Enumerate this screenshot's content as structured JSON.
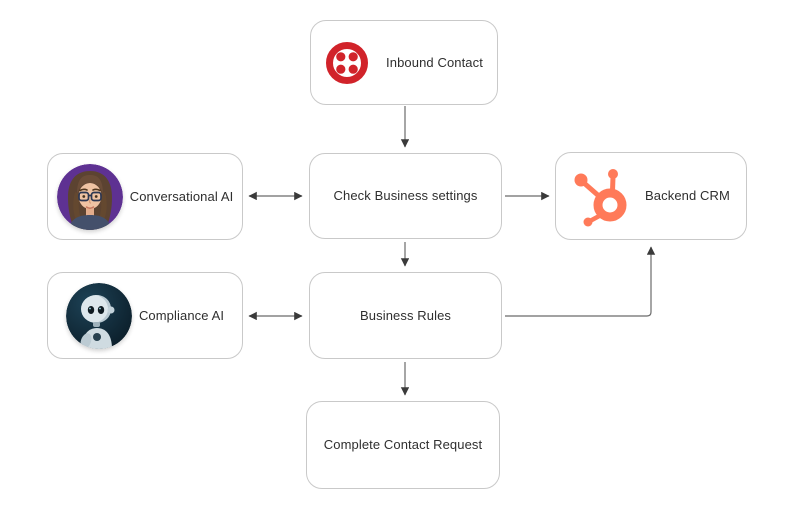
{
  "diagram": {
    "nodes": [
      {
        "id": "inbound-contact",
        "label": "Inbound Contact",
        "icon": "twilio-logo"
      },
      {
        "id": "conversational-ai",
        "label": "Conversational AI",
        "icon": "woman-ai-avatar"
      },
      {
        "id": "check-business-settings",
        "label": "Check Business settings",
        "icon": null
      },
      {
        "id": "backend-crm",
        "label": "Backend CRM",
        "icon": "hubspot-logo"
      },
      {
        "id": "compliance-ai",
        "label": "Compliance AI",
        "icon": "robot-ai-avatar"
      },
      {
        "id": "business-rules",
        "label": "Business Rules",
        "icon": null
      },
      {
        "id": "complete-contact-request",
        "label": "Complete Contact Request",
        "icon": null
      }
    ],
    "edges": [
      {
        "from": "Inbound Contact",
        "to": "Check Business settings",
        "arrows": "end"
      },
      {
        "from": "Conversational AI",
        "to": "Check Business settings",
        "arrows": "both"
      },
      {
        "from": "Check Business settings",
        "to": "Backend CRM",
        "arrows": "end"
      },
      {
        "from": "Check Business settings",
        "to": "Business Rules",
        "arrows": "end"
      },
      {
        "from": "Compliance AI",
        "to": "Business Rules",
        "arrows": "both"
      },
      {
        "from": "Business Rules",
        "to": "Backend CRM",
        "arrows": "end",
        "routing": "elbow-right-up"
      },
      {
        "from": "Business Rules",
        "to": "Complete Contact Request",
        "arrows": "end"
      }
    ],
    "colors": {
      "twilio_red": "#d1232a",
      "hubspot_orange": "#ff7a59",
      "box_border": "#c9c9c9",
      "connector_line": "#6b6b6b",
      "arrowhead": "#3a3a3a",
      "text": "#2f2f2f",
      "avatar_purple_bg": "#5e3192",
      "avatar_dark_bg": "#0a1b26"
    }
  }
}
